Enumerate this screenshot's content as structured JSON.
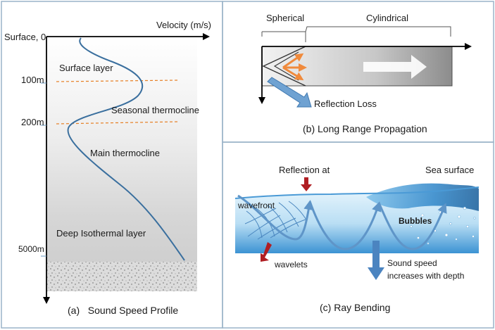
{
  "panel_a": {
    "x_axis_label": "Velocity (m/s)",
    "surface_label": "Surface, 0",
    "depth_ticks": [
      "100m",
      "200m",
      "5000m"
    ],
    "layers": {
      "surface": "Surface layer",
      "seasonal": "Seasonal thermocline",
      "main": "Main thermocline",
      "deep": "Deep Isothermal layer"
    },
    "caption": "(a)   Sound Speed Profile"
  },
  "panel_b": {
    "spherical": "Spherical",
    "cylindrical": "Cylindrical",
    "reflection_loss": "Reflection Loss",
    "caption": "(b) Long Range Propagation"
  },
  "panel_c": {
    "reflection_at": "Reflection at",
    "sea_surface": "Sea surface",
    "wavefront": "wavefront",
    "bubbles": "Bubbles",
    "wavelets": "wavelets",
    "sound_speed_line1": "Sound speed",
    "sound_speed_line2": "increases with depth",
    "caption": "(c) Ray Bending"
  },
  "colors": {
    "border": "#9ab3c8",
    "profile_curve": "#3a6f9e",
    "thermocline_dash": "#e67e22",
    "arrow_orange": "#f08a3c",
    "ray_blue": "#5f95c8",
    "red_marker": "#b01e23",
    "water_light": "#cfe8f7",
    "water_dark": "#2f86c9"
  }
}
